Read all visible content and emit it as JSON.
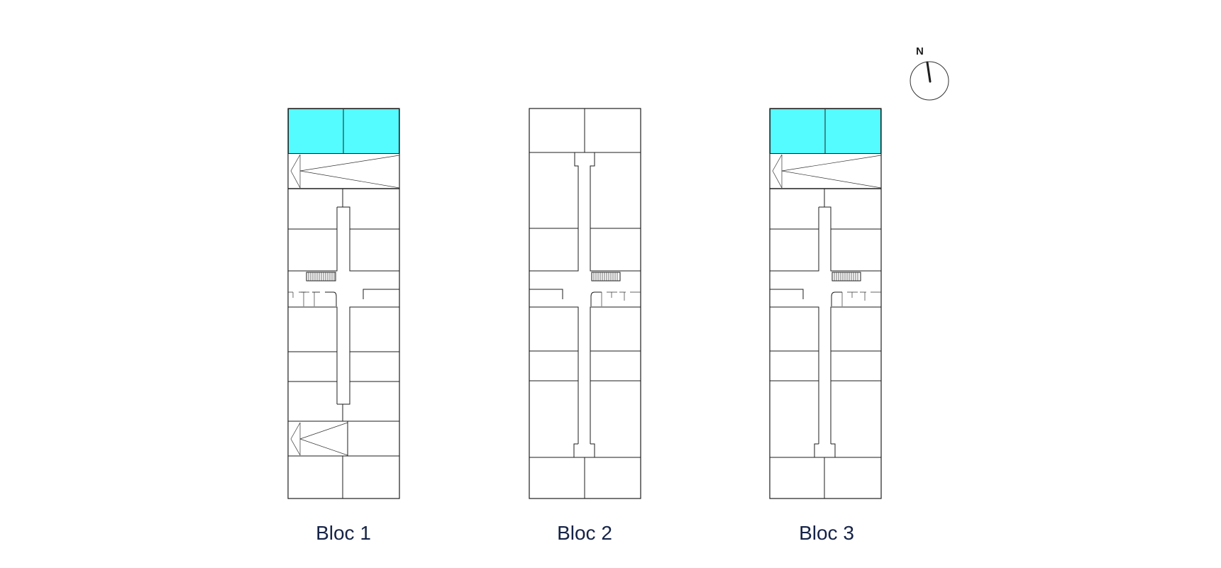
{
  "compass": {
    "label": "N",
    "icon": "north-arrow-icon"
  },
  "colors": {
    "highlight": "#54fcff",
    "label": "#152347",
    "line": "#1e1e1e"
  },
  "blocs": [
    {
      "label": "Bloc 1",
      "highlighted": true
    },
    {
      "label": "Bloc 2",
      "highlighted": false
    },
    {
      "label": "Bloc 3",
      "highlighted": true
    }
  ]
}
